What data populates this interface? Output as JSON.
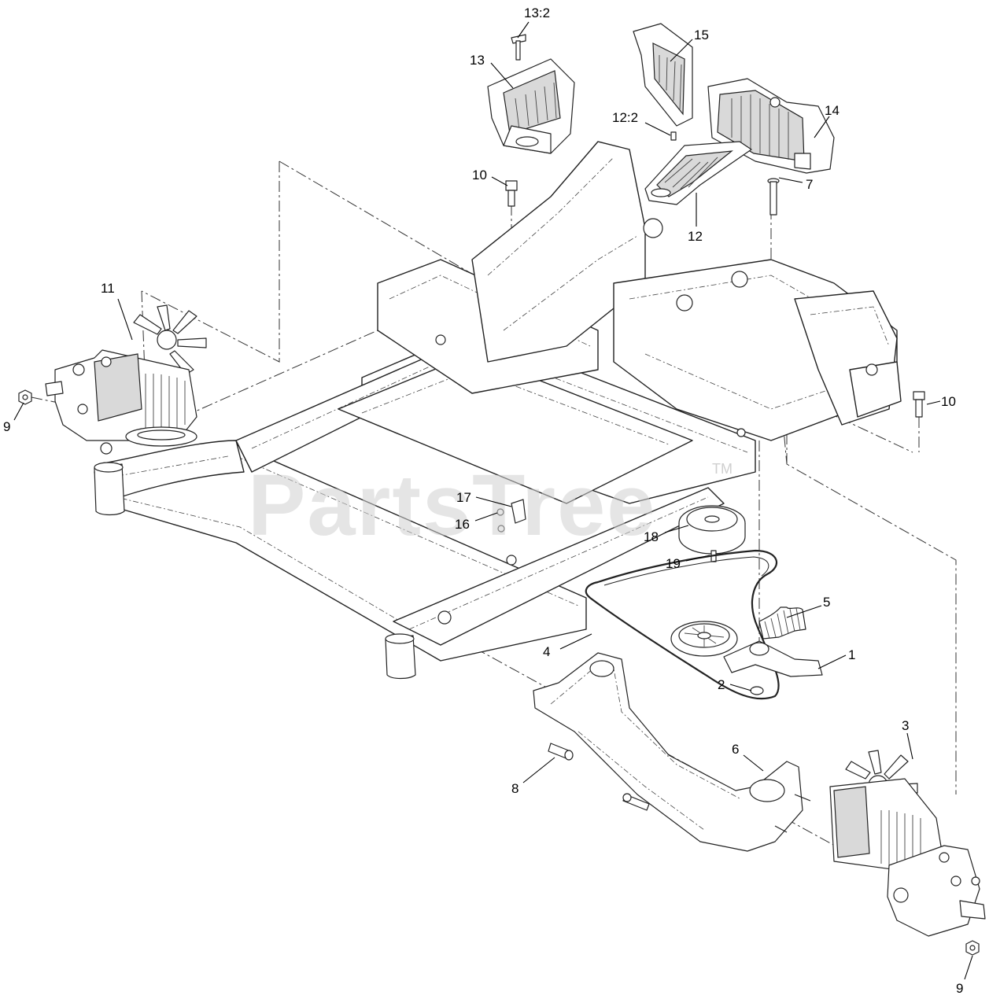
{
  "watermark": {
    "text": "PartsTree",
    "trademark": "TM"
  },
  "callouts": {
    "c1": "1",
    "c2": "2",
    "c3": "3",
    "c4": "4",
    "c5": "5",
    "c6": "6",
    "c7": "7",
    "c8": "8",
    "c9a": "9",
    "c9b": "9",
    "c10a": "10",
    "c10b": "10",
    "c11": "11",
    "c12": "12",
    "c12_2": "12:2",
    "c13": "13",
    "c13_2": "13:2",
    "c14": "14",
    "c15": "15",
    "c16": "16",
    "c17": "17",
    "c18": "18",
    "c19": "19"
  },
  "colors": {
    "line": "#222222",
    "watermark": "#cfcfcf",
    "background": "#ffffff"
  }
}
